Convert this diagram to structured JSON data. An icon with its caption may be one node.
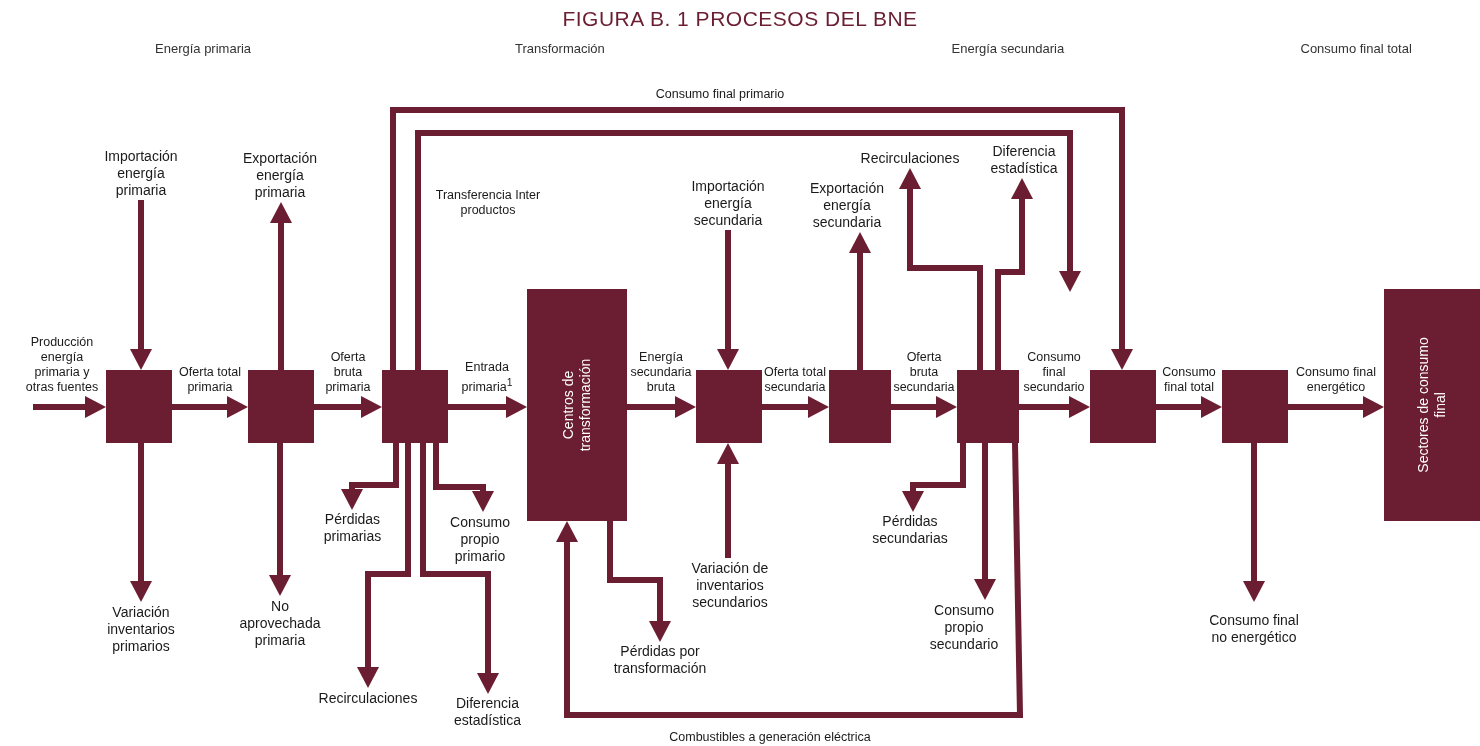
{
  "diagram": {
    "title": "FIGURA B. 1 PROCESOS DEL BNE",
    "nodes": [
      {
        "text": [
          "Importación energía primaria"
        ]
      },
      {
        "text": [
          "Exportación energía primaria"
        ]
      },
      {
        "text": [],
        "shape": "box"
      },
      {
        "text": [],
        "shape": "box"
      },
      {
        "text": [],
        "shape": "box"
      },
      {
        "text": [
          "Centros de transformación"
        ]
      },
      {
        "text": [
          "Importación energía secundaria"
        ]
      },
      {
        "text": [
          "Exportación energía secundaria"
        ]
      },
      {
        "text": [
          "Recirculaciones"
        ]
      },
      {
        "text": [
          "Diferencia estadística"
        ]
      },
      {
        "text": [],
        "shape": "box"
      },
      {
        "text": [],
        "shape": "box"
      },
      {
        "text": [],
        "shape": "box"
      },
      {
        "text": [],
        "shape": "box"
      },
      {
        "text": [],
        "shape": "box"
      },
      {
        "text": [
          "Sectores de consumo final"
        ]
      },
      {
        "text": [
          "Variación inventarios primarios"
        ]
      },
      {
        "text": [
          "No aprovechada primaria"
        ]
      },
      {
        "text": [
          "Pérdidas primarias"
        ]
      },
      {
        "text": [
          "Consumo propio primario"
        ]
      },
      {
        "text": [
          "Recirculaciones"
        ]
      },
      {
        "text": [
          "Diferencia estadística"
        ]
      },
      {
        "text": [
          "Pérdidas por transformación"
        ]
      },
      {
        "text": [
          "Variación de inventarios secundarios"
        ]
      },
      {
        "text": [
          "Pérdidas secundarias"
        ]
      },
      {
        "text": [
          "Consumo propio secundario"
        ]
      },
      {
        "text": [
          "Consumo final no energético"
        ]
      }
    ],
    "edges": [
      {
        "from": null,
        "to": 2,
        "arrow": "to",
        "label": "Producción energía primaria y otras fuentes"
      },
      {
        "from": 0,
        "to": 2,
        "arrow": "to"
      },
      {
        "from": 2,
        "to": 16,
        "arrow": "to"
      },
      {
        "from": 2,
        "to": 3,
        "arrow": "to",
        "label": "Oferta total primaria"
      },
      {
        "from": 3,
        "to": 1,
        "arrow": "to"
      },
      {
        "from": 3,
        "to": 17,
        "arrow": "to"
      },
      {
        "from": 3,
        "to": 4,
        "arrow": "to",
        "label": "Oferta bruta primaria"
      },
      {
        "from": 4,
        "to": 13,
        "arrow": "to",
        "label": "Consumo final primario"
      },
      {
        "from": 4,
        "to": null,
        "arrow": "to",
        "label": "Transferencia Inter productos"
      },
      {
        "from": 4,
        "to": 18,
        "arrow": "to"
      },
      {
        "from": 4,
        "to": 20,
        "arrow": "to"
      },
      {
        "from": 4,
        "to": 21,
        "arrow": "to"
      },
      {
        "from": 4,
        "to": 19,
        "arrow": "to"
      },
      {
        "from": 4,
        "to": 5,
        "arrow": "to",
        "label": "Entrada primaria$^{1}$"
      },
      {
        "from": 5,
        "to": 10,
        "arrow": "to",
        "label": "Energía secundaria bruta"
      },
      {
        "from": 5,
        "to": 22,
        "arrow": "to"
      },
      {
        "from": 6,
        "to": 10,
        "arrow": "to"
      },
      {
        "from": 23,
        "to": 10,
        "arrow": "to"
      },
      {
        "from": 10,
        "to": 11,
        "arrow": "to",
        "label": "Oferta total secundaria"
      },
      {
        "from": 11,
        "to": 7,
        "arrow": "to"
      },
      {
        "from": 11,
        "to": 12,
        "arrow": "to",
        "label": "Oferta bruta secundaria"
      },
      {
        "from": 12,
        "to": 8,
        "arrow": "to"
      },
      {
        "from": 12,
        "to": 9,
        "arrow": "to"
      },
      {
        "from": 12,
        "to": 24,
        "arrow": "to"
      },
      {
        "from": 12,
        "to": 25,
        "arrow": "to"
      },
      {
        "from": 12,
        "to": 5,
        "arrow": "to",
        "label": "Combustibles a generación eléctrica"
      },
      {
        "from": 12,
        "to": 13,
        "arrow": "to",
        "label": "Consumo final secundario"
      },
      {
        "from": 13,
        "to": 14,
        "arrow": "to",
        "label": "Consumo final total"
      },
      {
        "from": 14,
        "to": 15,
        "arrow": "to",
        "label": "Consumo final energético"
      },
      {
        "from": 14,
        "to": 26,
        "arrow": "to"
      }
    ],
    "labels": [
      "Energía primaria",
      "Transformación",
      "Energía secundaria",
      "Consumo final total"
    ]
  }
}
